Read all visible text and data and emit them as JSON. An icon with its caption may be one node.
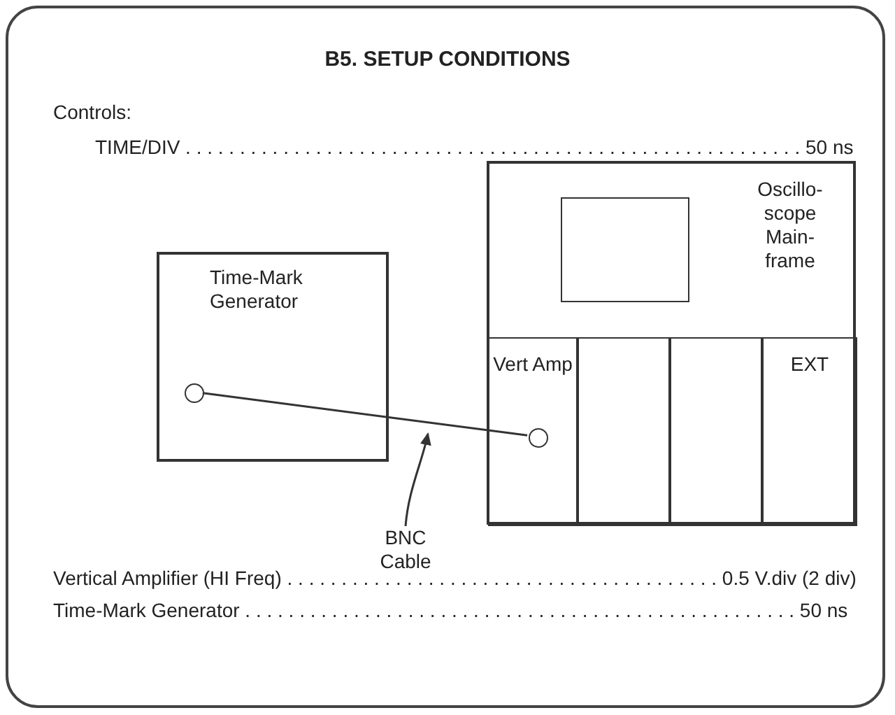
{
  "diagram": {
    "title": "B5. SETUP CONDITIONS",
    "nodes": [
      {
        "text": [
          "Time-Mark Generator"
        ]
      },
      {
        "text": [],
        "shape": "circle",
        "in": 0
      },
      {
        "text": [
          "Oscillo- scope Main- frame"
        ]
      },
      {
        "text": [],
        "shape": "box",
        "in": 2
      },
      {
        "text": [
          "Vert Amp"
        ],
        "in": 2
      },
      {
        "text": [],
        "shape": "circle",
        "in": 4
      },
      {
        "text": [],
        "shape": "box",
        "in": 2
      },
      {
        "text": [],
        "shape": "box",
        "in": 2
      },
      {
        "text": [
          "EXT"
        ],
        "in": 2
      },
      {
        "text": [
          "BNC Cable"
        ]
      }
    ],
    "edges": [
      {
        "from": 1,
        "to": 5,
        "arrow": "none"
      },
      {
        "from": 9,
        "to": null,
        "arrow": "to"
      }
    ],
    "labels": [
      "Controls:",
      "TIME/DIV . . . . . . . . . . . . . . . . . . . . . . . . . . . . . . . . . . . . . . . . . . . . . . . . . . . . . . . . . 50 ns",
      "Vertical Amplifier (HI Freq) . . . . . . . . . . . . . . . . . . . . . . . . . . . . . . . . . . . . . . . . 0.5 V.div (2 div)",
      "Time-Mark Generator . . . . . . . . . . . . . . . . . . . . . . . . . . . . . . . . . . . . . . . . . . . . . . . . . . . 50 ns"
    ]
  }
}
